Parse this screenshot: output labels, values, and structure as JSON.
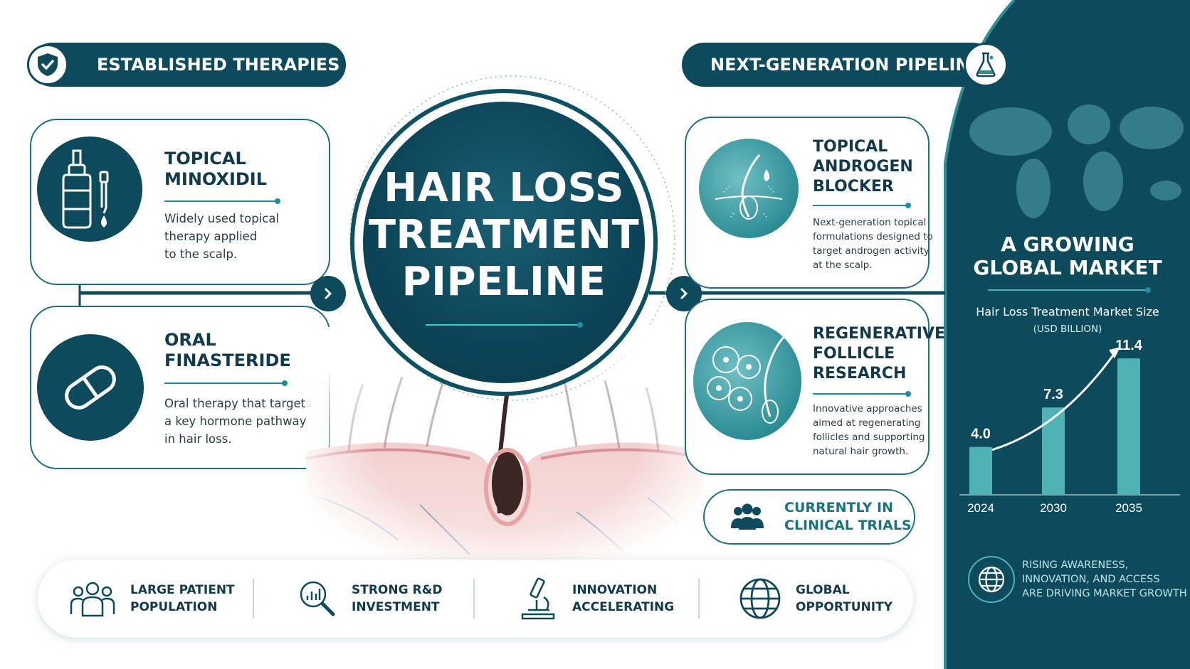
{
  "established": {
    "heading": "ESTABLISHED THERAPIES",
    "cards": [
      {
        "title_line1": "TOPICAL",
        "title_line2": "MINOXIDIL",
        "desc_line1": "Widely used topical",
        "desc_line2": "therapy applied",
        "desc_line3": "to the scalp.",
        "icon": "dropper-bottle-icon"
      },
      {
        "title_line1": "ORAL",
        "title_line2": "FINASTERIDE",
        "desc_line1": "Oral therapy that targets",
        "desc_line2": "a key hormone pathway",
        "desc_line3": "in hair loss.",
        "icon": "pill-capsule-icon"
      }
    ]
  },
  "center": {
    "title_line1": "HAIR LOSS",
    "title_line2": "TREATMENT",
    "title_line3": "PIPELINE"
  },
  "pipeline": {
    "heading": "NEXT-GENERATION PIPELINE",
    "cards": [
      {
        "title_line1": "TOPICAL",
        "title_line2": "ANDROGEN",
        "title_line3": "BLOCKER",
        "desc_line1": "Next-generation topical",
        "desc_line2": "formulations designed to",
        "desc_line3": "target androgen activity",
        "desc_line4": "at the scalp.",
        "icon": "hair-follicle-droplet-icon"
      },
      {
        "title_line1": "REGENERATIVE",
        "title_line2": "FOLLICLE",
        "title_line3": "RESEARCH",
        "desc_line1": "Innovative approaches",
        "desc_line2": "aimed at regenerating",
        "desc_line3": "follicles and supporting",
        "desc_line4": "natural hair growth.",
        "icon": "cells-follicle-icon"
      }
    ],
    "trials": {
      "line1": "CURRENTLY IN",
      "line2": "CLINICAL TRIALS",
      "icon": "people-group-icon"
    }
  },
  "strip": {
    "items": [
      {
        "line1": "LARGE PATIENT",
        "line2": "POPULATION",
        "icon": "people-icon"
      },
      {
        "line1": "STRONG R&D",
        "line2": "INVESTMENT",
        "icon": "magnifier-chart-icon"
      },
      {
        "line1": "INNOVATION",
        "line2": "ACCELERATING",
        "icon": "microscope-icon"
      },
      {
        "line1": "GLOBAL",
        "line2": "OPPORTUNITY",
        "icon": "globe-icon"
      }
    ]
  },
  "market": {
    "heading_line1": "A GROWING",
    "heading_line2": "GLOBAL MARKET",
    "chart_title": "Hair Loss Treatment Market Size",
    "chart_unit": "(USD BILLION)",
    "footer_line1": "RISING AWARENESS,",
    "footer_line2": "INNOVATION, AND ACCESS",
    "footer_line3": "ARE DRIVING MARKET GROWTH",
    "colors": {
      "panel": "#0c4a5c",
      "bar": "#4fb3b5"
    }
  },
  "chart_data": {
    "type": "bar",
    "categories": [
      "2024",
      "2030",
      "2035"
    ],
    "values": [
      4.0,
      7.3,
      11.4
    ],
    "value_labels": [
      "4.0",
      "7.3",
      "11.4"
    ],
    "title": "Hair Loss Treatment Market Size",
    "ylabel": "(USD BILLION)",
    "ylim": [
      0,
      12
    ]
  }
}
